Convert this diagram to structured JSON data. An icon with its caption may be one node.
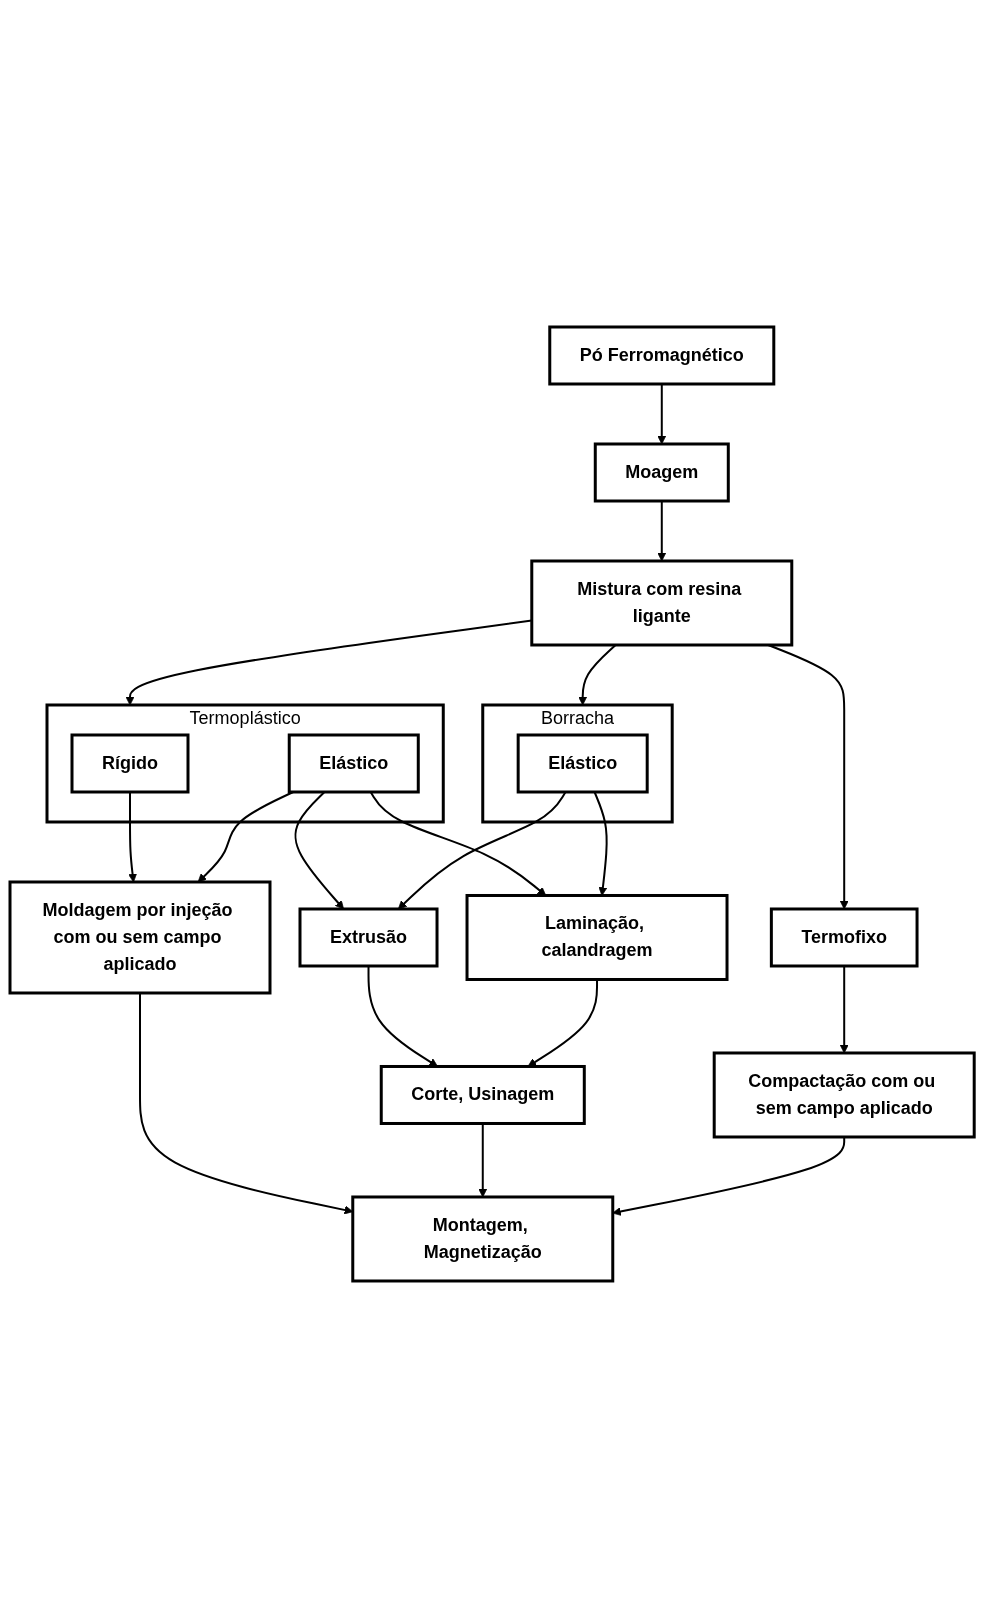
{
  "diagram": {
    "nodes": [
      {
        "text": [
          "Pó Ferromagnético"
        ]
      },
      {
        "text": [
          "Moagem"
        ]
      },
      {
        "text": [
          "Mistura com resina ligante"
        ]
      },
      {
        "text": [
          "Termoplástico"
        ]
      },
      {
        "text": [
          "Rígido"
        ],
        "in": 3
      },
      {
        "text": [
          "Elástico"
        ],
        "in": 3
      },
      {
        "text": [
          "Borracha"
        ]
      },
      {
        "text": [
          "Elástico"
        ],
        "in": 6
      },
      {
        "text": [
          "Termofixo"
        ]
      },
      {
        "text": [
          "Moldagem por injeção com ou sem campo aplicado"
        ]
      },
      {
        "text": [
          "Extrusão"
        ]
      },
      {
        "text": [
          "Laminação, calandragem"
        ]
      },
      {
        "text": [
          "Compactação com ou sem campo aplicado"
        ]
      },
      {
        "text": [
          "Corte, Usinagem"
        ]
      },
      {
        "text": [
          "Montagem, Magnetização"
        ]
      }
    ],
    "edges": [
      {
        "from": 0,
        "to": 1,
        "arrow": "to"
      },
      {
        "from": 1,
        "to": 2,
        "arrow": "to"
      },
      {
        "from": 2,
        "to": 3,
        "arrow": "to"
      },
      {
        "from": 2,
        "to": 6,
        "arrow": "to"
      },
      {
        "from": 2,
        "to": 8,
        "arrow": "to"
      },
      {
        "from": 4,
        "to": 9,
        "arrow": "to"
      },
      {
        "from": 5,
        "to": 9,
        "arrow": "to"
      },
      {
        "from": 5,
        "to": 10,
        "arrow": "to"
      },
      {
        "from": 5,
        "to": 11,
        "arrow": "to"
      },
      {
        "from": 7,
        "to": 10,
        "arrow": "to"
      },
      {
        "from": 7,
        "to": 11,
        "arrow": "to"
      },
      {
        "from": 8,
        "to": 12,
        "arrow": "to"
      },
      {
        "from": 9,
        "to": 14,
        "arrow": "to"
      },
      {
        "from": 10,
        "to": 13,
        "arrow": "to"
      },
      {
        "from": 11,
        "to": 13,
        "arrow": "to"
      },
      {
        "from": 13,
        "to": 14,
        "arrow": "to"
      },
      {
        "from": 12,
        "to": 14,
        "arrow": "to"
      }
    ]
  }
}
